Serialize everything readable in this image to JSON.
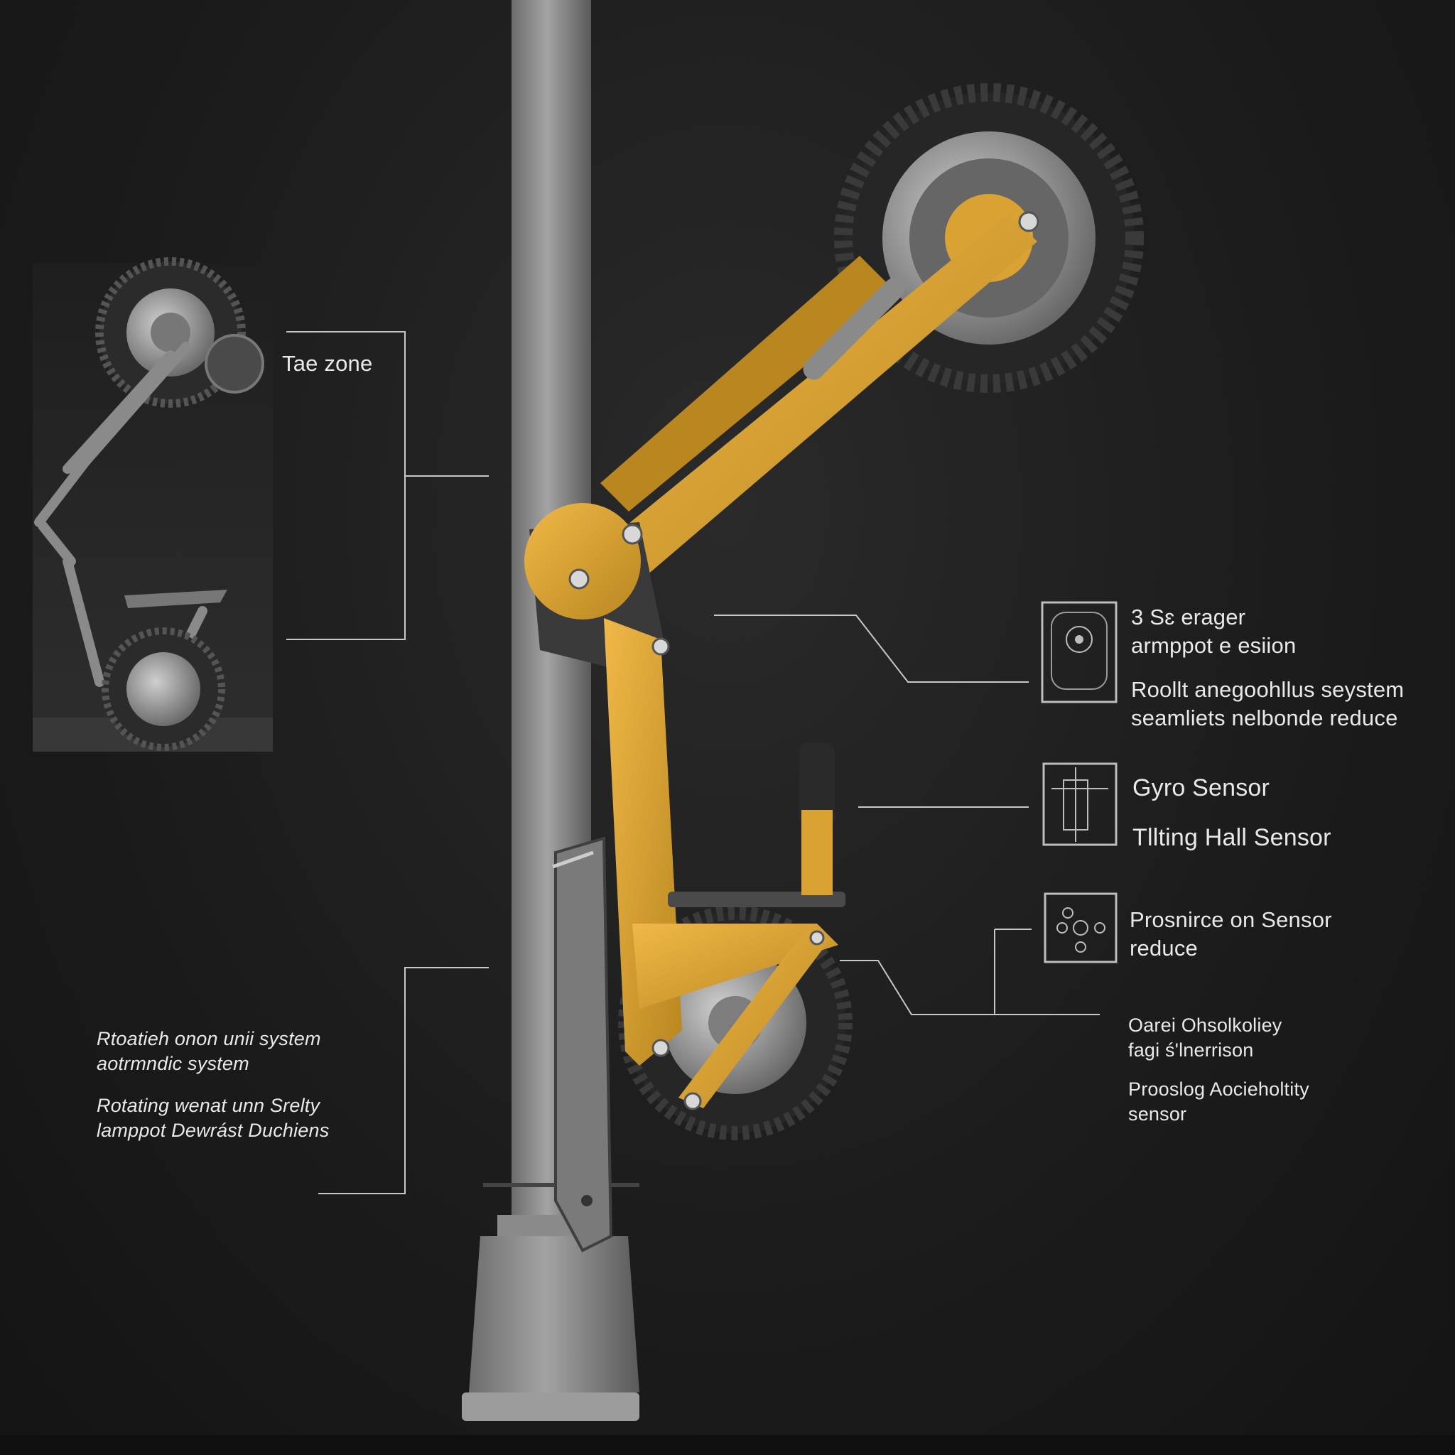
{
  "colors": {
    "background": "#1c1c1c",
    "arm": "#d9a233",
    "arm_shadow": "#a97a1f",
    "pole": "#8e8e8e",
    "leader_line": "#c8c8c8",
    "text": "#e9e9e9"
  },
  "callouts": {
    "inset_label": "Tae zone",
    "sensor_block_1": {
      "line1": "3 Sɛ erager",
      "line2": "armppot e esiion",
      "line3": "Roollt anegoohllus seystem",
      "line4": "seamliets nelbonde reduce"
    },
    "sensor_block_2": {
      "line1": "Gyro Sensor",
      "line2": "Tllting Hall Sensor"
    },
    "sensor_block_3": {
      "line1": "Prosnirce on Sensor",
      "line2": "reduce"
    },
    "sensor_block_4": {
      "line1": "Oarei Ohsolkoliey",
      "line2": "fagi ś'lnerrison",
      "line3": "Prooslog  Aocieholtity",
      "line4": "sensor"
    },
    "left_block": {
      "line1": "Rtoatieh onon unii system",
      "line2": "aotrmndic system",
      "line3": "Rotating wenat unn Srelty",
      "line4": "lamppot Dewrást Duchiens"
    }
  },
  "icons": [
    "camera-sensor-icon",
    "gyro-sensor-icon",
    "proximity-sensor-icon"
  ]
}
